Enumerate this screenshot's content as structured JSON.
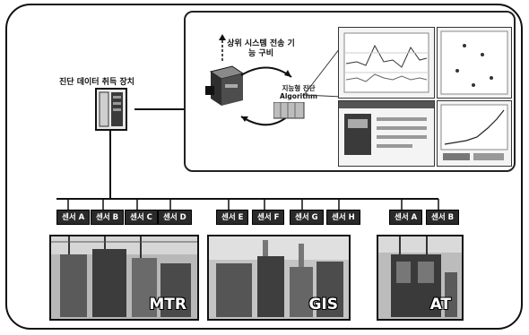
{
  "device_label": "진단 데이터 취득 장치",
  "upper_system_label": "상위 시스템 전송 기능 구비",
  "algorithm_label": "지능형 진단 Algorithm",
  "sensor_groups": [
    {
      "equipment": "MTR",
      "sensors": [
        "센서 A",
        "센서 B",
        "센서 C",
        "센서 D"
      ]
    },
    {
      "equipment": "GIS",
      "sensors": [
        "센서 E",
        "센서 F",
        "센서 G",
        "센서 H"
      ]
    },
    {
      "equipment": "AT",
      "sensors": [
        "센서 A",
        "센서 B"
      ]
    }
  ],
  "colors": {
    "line": "#111111",
    "sensor_bg": "#2a2a2a",
    "photo_dark": "#5a5a5a"
  }
}
